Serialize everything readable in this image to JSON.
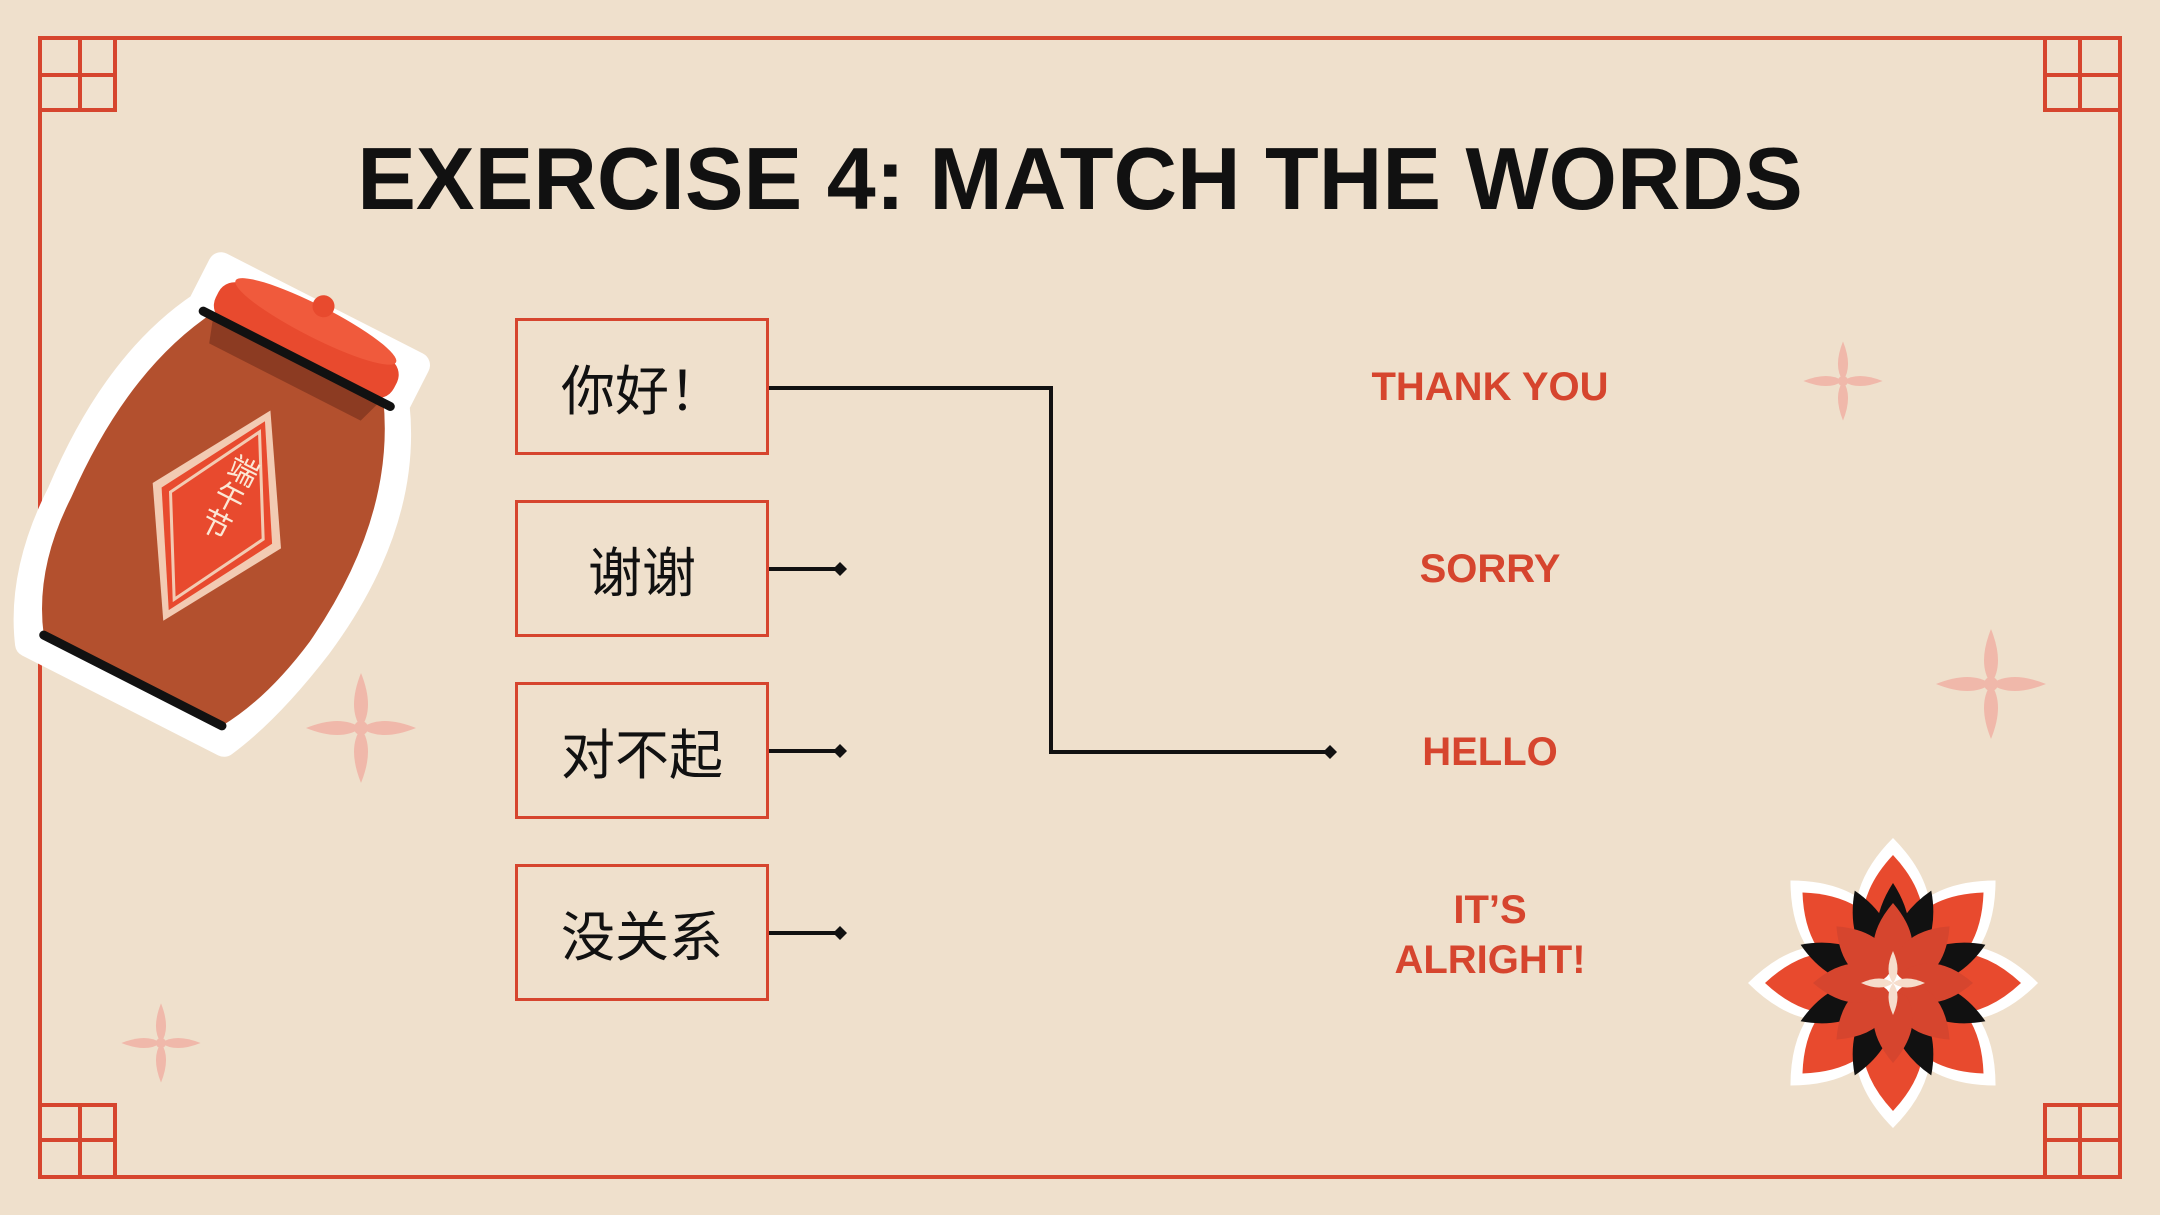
{
  "title": "EXERCISE 4: MATCH THE WORDS",
  "chinese_words": [
    {
      "text": "你好！"
    },
    {
      "text": "谢谢"
    },
    {
      "text": "对不起"
    },
    {
      "text": "没关系"
    }
  ],
  "english_words": [
    {
      "text": "THANK YOU"
    },
    {
      "text": "SORRY"
    },
    {
      "text": "HELLO"
    },
    {
      "text": "IT’S ALRIGHT!"
    }
  ],
  "matched": [
    {
      "from": 0,
      "to": 2
    }
  ],
  "decorations": {
    "jar_label": "端午节",
    "jar_icon": "rice-wine-jar-icon",
    "flower_icon": "red-flower-icon",
    "petal_icon": "four-petal-flower-icon",
    "corner_icon": "lattice-corner-icon"
  },
  "colors": {
    "background": "#efe0cc",
    "accent": "#d6452e",
    "text": "#111111",
    "petal": "#f0b8aa"
  }
}
